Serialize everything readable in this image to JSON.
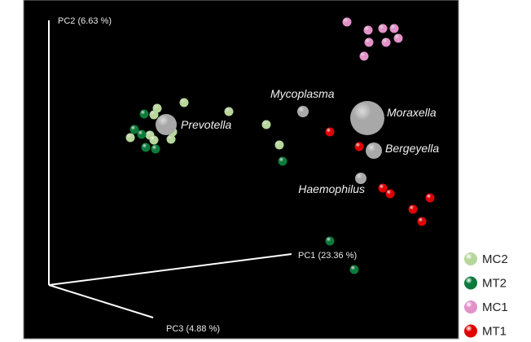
{
  "chart_data": {
    "type": "scatter",
    "subtype": "3d-pcoa-biplot",
    "axes": {
      "pc1": "PC1 (23.36 %)",
      "pc2": "PC2 (6.63 %)",
      "pc3": "PC3 (4.88 %)"
    },
    "grid": false,
    "legend_placement": "bottom-right",
    "series": [
      {
        "name": "MC2",
        "color": "#b6d79a",
        "points": [
          [
            0.166,
            0.224
          ],
          [
            0.133,
            0.217
          ],
          [
            0.129,
            0.209
          ],
          [
            0.221,
            0.213
          ],
          [
            0.152,
            0.188
          ],
          [
            0.15,
            0.179
          ],
          [
            0.1,
            0.181
          ],
          [
            0.124,
            0.184
          ],
          [
            0.129,
            0.178
          ],
          [
            0.267,
            0.197
          ],
          [
            0.283,
            0.172
          ]
        ]
      },
      {
        "name": "MT2",
        "color": "#0b7a3b",
        "points": [
          [
            0.117,
            0.21
          ],
          [
            0.105,
            0.191
          ],
          [
            0.114,
            0.185
          ],
          [
            0.119,
            0.169
          ],
          [
            0.131,
            0.167
          ],
          [
            0.287,
            0.152
          ],
          [
            0.345,
            0.054
          ],
          [
            0.375,
            0.019
          ]
        ]
      },
      {
        "name": "MC1",
        "color": "#e391c9",
        "points": [
          [
            0.366,
            0.323
          ],
          [
            0.392,
            0.313
          ],
          [
            0.41,
            0.315
          ],
          [
            0.424,
            0.315
          ],
          [
            0.429,
            0.303
          ],
          [
            0.393,
            0.298
          ],
          [
            0.414,
            0.298
          ],
          [
            0.387,
            0.281
          ]
        ]
      },
      {
        "name": "MT1",
        "color": "#e00000",
        "points": [
          [
            0.345,
            0.188
          ],
          [
            0.381,
            0.17
          ],
          [
            0.41,
            0.119
          ],
          [
            0.419,
            0.112
          ],
          [
            0.468,
            0.107
          ],
          [
            0.447,
            0.093
          ],
          [
            0.458,
            0.078
          ]
        ]
      }
    ],
    "taxa": [
      {
        "name": "Prevotella",
        "point": [
          0.144,
          0.197
        ],
        "weight": 13
      },
      {
        "name": "Mycoplasma",
        "point": [
          0.312,
          0.213
        ],
        "weight": 7
      },
      {
        "name": "Moraxella",
        "point": [
          0.391,
          0.205
        ],
        "weight": 21
      },
      {
        "name": "Bergeyella",
        "point": [
          0.399,
          0.165
        ],
        "weight": 10
      },
      {
        "name": "Haemophilus",
        "point": [
          0.383,
          0.131
        ],
        "weight": 7
      }
    ],
    "taxa_color": "#a8a8a8"
  }
}
